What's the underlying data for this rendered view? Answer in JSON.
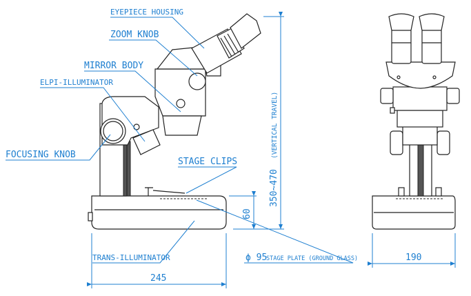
{
  "labels": {
    "eyepiece_housing": "EYEPIECE HOUSING",
    "zoom_knob": "ZOOM KNOB",
    "mirror_body": "MIRROR BODY",
    "elpi_illuminator": "ELPI-ILLUMINATOR",
    "focusing_knob": "FOCUSING KNOB",
    "stage_clips": "STAGE CLIPS",
    "trans_illuminator": "TRANS-ILLUMINATOR",
    "stage_plate_value": "ϕ 95",
    "stage_plate_text": "STAGE PLATE (GROUND GLASS)"
  },
  "dimensions": {
    "vertical_travel_value": "350~470",
    "vertical_travel_text": "(VERTICAL TRAVEL)",
    "base_height": "60",
    "base_length": "245",
    "base_width": "190"
  },
  "colors": {
    "label_blue": "#1e7fd0",
    "line": "#222222"
  }
}
